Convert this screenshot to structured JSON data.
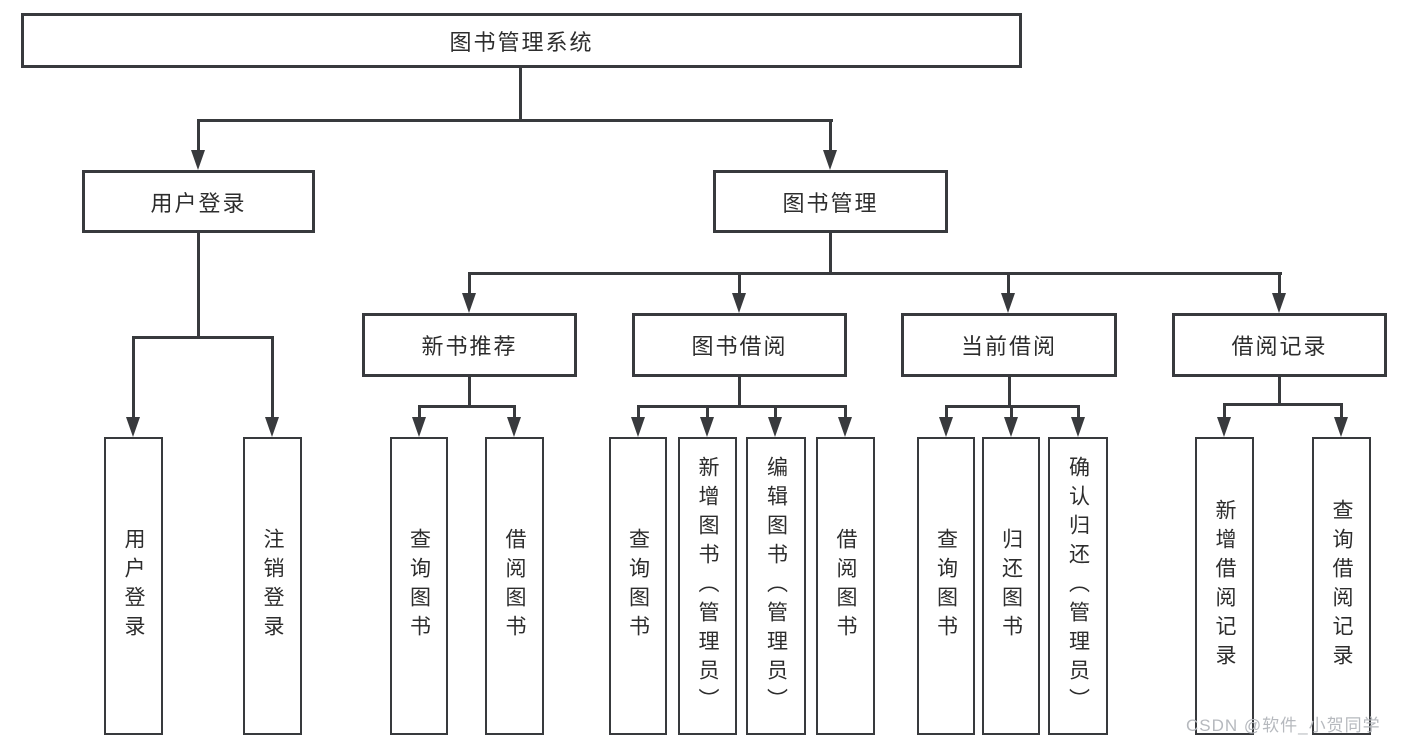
{
  "tree": {
    "label": "图书管理系统",
    "children": [
      {
        "label": "用户登录",
        "children": [
          {
            "label": "用户登录"
          },
          {
            "label": "注销登录"
          }
        ]
      },
      {
        "label": "图书管理",
        "children": [
          {
            "label": "新书推荐",
            "children": [
              {
                "label": "查询图书"
              },
              {
                "label": "借阅图书"
              }
            ]
          },
          {
            "label": "图书借阅",
            "children": [
              {
                "label": "查询图书"
              },
              {
                "label": "新增图书（管理员）"
              },
              {
                "label": "编辑图书（管理员）"
              },
              {
                "label": "借阅图书"
              }
            ]
          },
          {
            "label": "当前借阅",
            "children": [
              {
                "label": "查询图书"
              },
              {
                "label": "归还图书"
              },
              {
                "label": "确认归还（管理员）"
              }
            ]
          },
          {
            "label": "借阅记录",
            "children": [
              {
                "label": "新增借阅记录"
              },
              {
                "label": "查询借阅记录"
              }
            ]
          }
        ]
      }
    ]
  },
  "watermark": {
    "text": "CSDN @软件_小贺同学",
    "color": "#b6b9be"
  },
  "colors": {
    "line": "#383a3d",
    "border": "#383a3d",
    "text": "#2d2d2d",
    "background": "#ffffff"
  }
}
